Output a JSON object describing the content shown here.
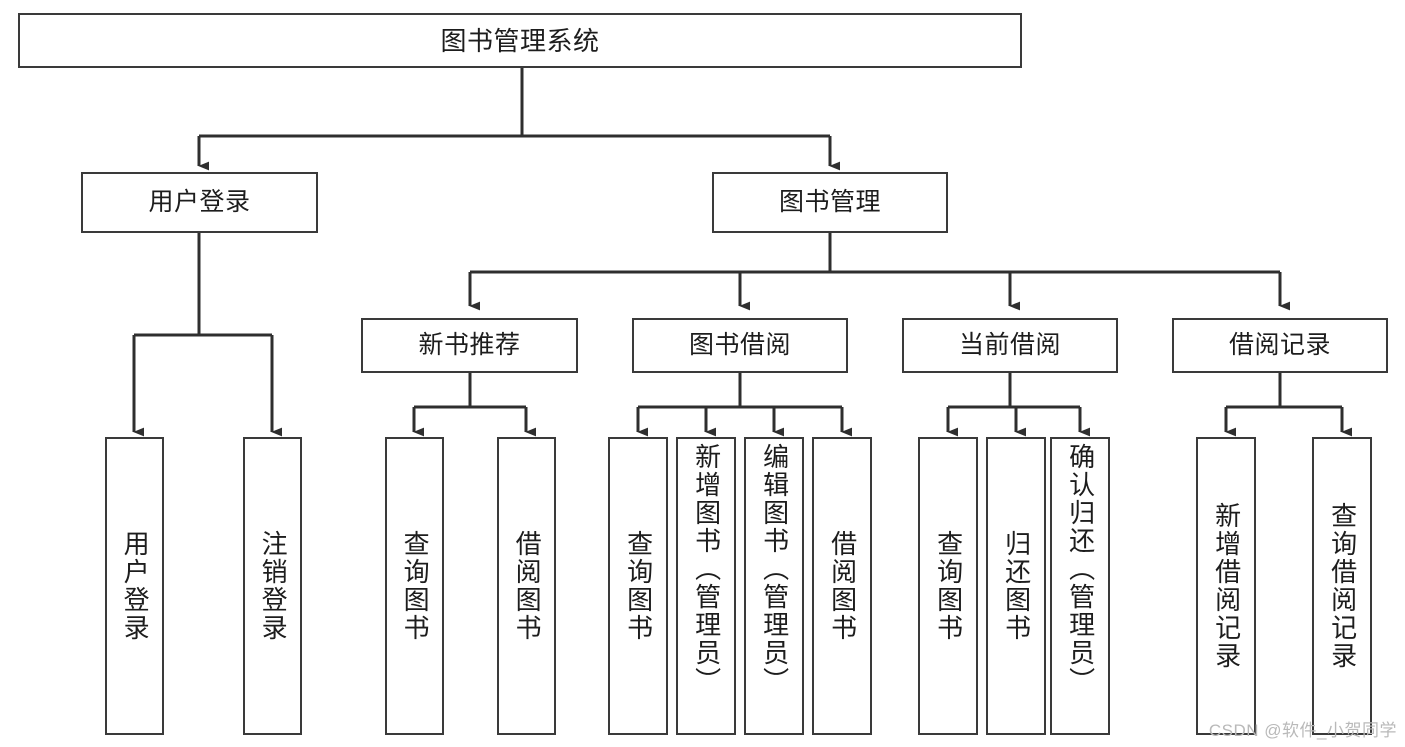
{
  "diagram": {
    "type": "tree",
    "title": "图书管理系统",
    "watermark": "CSDN @软件_小贺同学",
    "colors": {
      "box_border": "#3a3a3a",
      "box_fill": "#ffffff",
      "connector": "#2f2f2f",
      "text": "#1d1d1d",
      "watermark": "#b9b9b9",
      "background": "#ffffff"
    },
    "nodes": {
      "root": {
        "label": "图书管理系统"
      },
      "level2": [
        {
          "id": "user-login",
          "label": "用户登录"
        },
        {
          "id": "book-manage",
          "label": "图书管理"
        }
      ],
      "level3": [
        {
          "id": "new-book-recommend",
          "label": "新书推荐"
        },
        {
          "id": "book-borrow",
          "label": "图书借阅"
        },
        {
          "id": "current-borrow",
          "label": "当前借阅"
        },
        {
          "id": "borrow-record",
          "label": "借阅记录"
        }
      ],
      "leaves": {
        "user-login": [
          {
            "id": "leaf-user-login",
            "label": "用户登录"
          },
          {
            "id": "leaf-user-logout",
            "label": "注销登录"
          }
        ],
        "new-book-recommend": [
          {
            "id": "leaf-query-book-1",
            "label": "查询图书"
          },
          {
            "id": "leaf-borrow-book-1",
            "label": "借阅图书"
          }
        ],
        "book-borrow": [
          {
            "id": "leaf-query-book-2",
            "label": "查询图书"
          },
          {
            "id": "leaf-add-book",
            "label": "新增图书（管理员）"
          },
          {
            "id": "leaf-edit-book",
            "label": "编辑图书（管理员）"
          },
          {
            "id": "leaf-borrow-book-2",
            "label": "借阅图书"
          }
        ],
        "current-borrow": [
          {
            "id": "leaf-query-book-3",
            "label": "查询图书"
          },
          {
            "id": "leaf-return-book",
            "label": "归还图书"
          },
          {
            "id": "leaf-confirm-return",
            "label": "确认归还（管理员）"
          }
        ],
        "borrow-record": [
          {
            "id": "leaf-add-record",
            "label": "新增借阅记录"
          },
          {
            "id": "leaf-query-record",
            "label": "查询借阅记录"
          }
        ]
      }
    }
  }
}
